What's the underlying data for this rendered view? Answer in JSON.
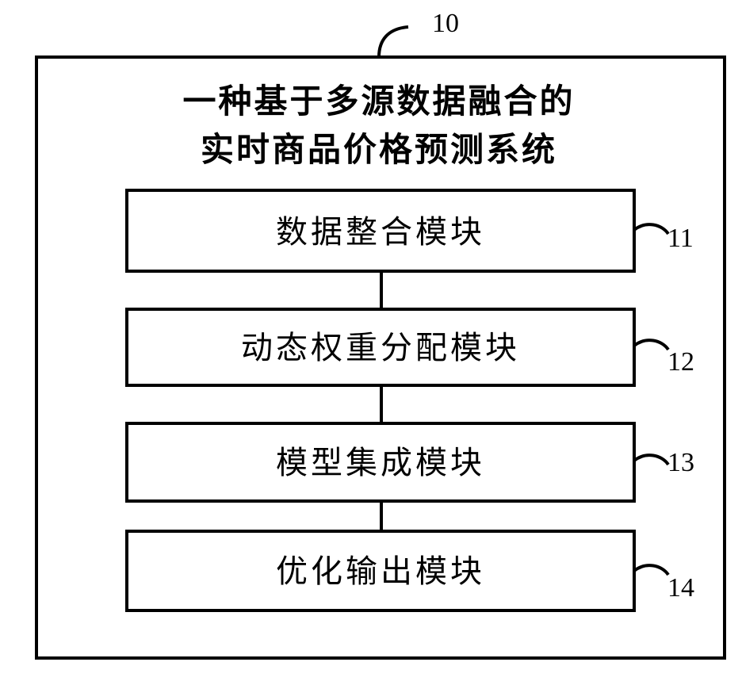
{
  "system": {
    "ref": "10",
    "title_line1": "一种基于多源数据融合的",
    "title_line2": "实时商品价格预测系统"
  },
  "modules": [
    {
      "label": "数据整合模块",
      "ref": "11"
    },
    {
      "label": "动态权重分配模块",
      "ref": "12"
    },
    {
      "label": "模型集成模块",
      "ref": "13"
    },
    {
      "label": "优化输出模块",
      "ref": "14"
    }
  ]
}
